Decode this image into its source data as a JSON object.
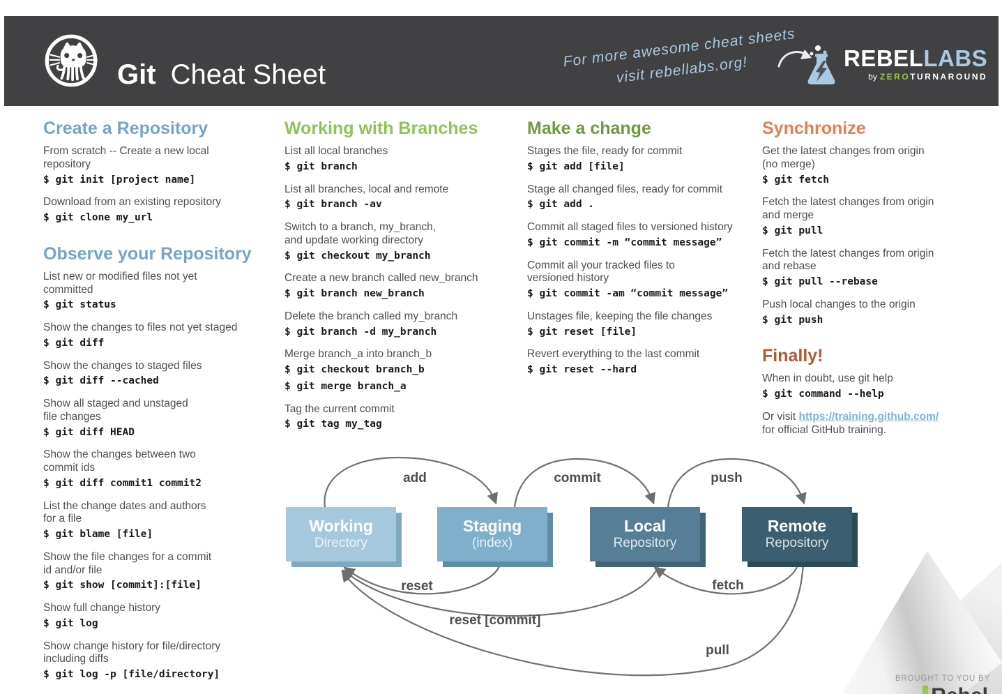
{
  "header": {
    "title_bold": "Git",
    "title_light": "Cheat Sheet",
    "note_line1": "For more awesome cheat sheets",
    "note_line2": "visit rebellabs.org!",
    "brand": {
      "rebel": "REBEL",
      "labs": "LABS",
      "by": "by",
      "zero": "ZERO",
      "turnaround": "TURNAROUND"
    }
  },
  "colors": {
    "header_bar": "#414042",
    "heading_blue": "#77a4c6",
    "heading_green_light": "#8fc355",
    "heading_green_dark": "#6f9a3f",
    "heading_orange": "#e97c50",
    "heading_rust": "#b15a36",
    "link_blue": "#7fb2d8",
    "accent_light_blue": "#a9c9e3",
    "accent_green": "#97c93d",
    "arrow_gray": "#6e6e6e"
  },
  "columns": [
    {
      "sections": [
        {
          "title": "Create a Repository",
          "color": "#77a4c6",
          "entries": [
            {
              "desc": "From scratch -- Create a new local\nrepository",
              "code": [
                "$ git init [project name]"
              ]
            },
            {
              "desc": "Download from an existing repository",
              "code": [
                "$ git clone my_url"
              ]
            }
          ]
        },
        {
          "title": "Observe your Repository",
          "color": "#77a4c6",
          "entries": [
            {
              "desc": "List new or modified files not yet\ncommitted",
              "code": [
                "$ git status"
              ]
            },
            {
              "desc": "Show the changes to files not yet staged",
              "code": [
                "$ git diff"
              ]
            },
            {
              "desc": "Show the changes to staged files",
              "code": [
                "$ git diff --cached"
              ]
            },
            {
              "desc": "Show all staged and unstaged\nfile changes",
              "code": [
                "$ git diff HEAD"
              ]
            },
            {
              "desc": "Show the changes between two\ncommit ids",
              "code": [
                "$ git diff commit1 commit2"
              ]
            },
            {
              "desc": "List the change dates and authors\nfor a file",
              "code": [
                "$ git blame [file]"
              ]
            },
            {
              "desc": "Show the file changes for a commit\nid and/or file",
              "code": [
                "$ git show [commit]:[file]"
              ]
            },
            {
              "desc": "Show full change history",
              "code": [
                "$ git log"
              ]
            },
            {
              "desc": "Show change history for file/directory\nincluding diffs",
              "code": [
                "$ git log -p [file/directory]"
              ]
            }
          ]
        }
      ]
    },
    {
      "sections": [
        {
          "title": "Working with Branches",
          "color": "#8fc355",
          "entries": [
            {
              "desc": "List all local branches",
              "code": [
                "$ git branch"
              ]
            },
            {
              "desc": "List all branches, local and remote",
              "code": [
                "$ git branch -av"
              ]
            },
            {
              "desc": "Switch to a branch, my_branch,\nand update working directory",
              "code": [
                "$ git checkout my_branch"
              ]
            },
            {
              "desc": "Create a new branch called new_branch",
              "code": [
                "$ git branch new_branch"
              ]
            },
            {
              "desc": "Delete the branch called my_branch",
              "code": [
                "$ git branch -d my_branch"
              ]
            },
            {
              "desc": "Merge branch_a into branch_b",
              "code": [
                "$ git checkout branch_b",
                "$ git merge branch_a"
              ]
            },
            {
              "desc": "Tag the current commit",
              "code": [
                "$ git tag my_tag"
              ]
            }
          ]
        }
      ]
    },
    {
      "sections": [
        {
          "title": "Make a change",
          "color": "#6f9a3f",
          "entries": [
            {
              "desc": "Stages the file, ready for commit",
              "code": [
                "$ git add [file]"
              ]
            },
            {
              "desc": "Stage all changed files, ready for commit",
              "code": [
                "$ git add ."
              ]
            },
            {
              "desc": "Commit all staged files to versioned history",
              "code": [
                "$ git commit -m “commit message”"
              ]
            },
            {
              "desc": "Commit all your tracked files to\nversioned history",
              "code": [
                "$ git commit -am “commit message”"
              ]
            },
            {
              "desc": "Unstages file, keeping the file changes",
              "code": [
                "$ git reset [file]"
              ]
            },
            {
              "desc": "Revert everything to the last commit",
              "code": [
                "$ git reset --hard"
              ]
            }
          ]
        }
      ]
    },
    {
      "sections": [
        {
          "title": "Synchronize",
          "color": "#e97c50",
          "entries": [
            {
              "desc": "Get the latest changes from origin\n(no merge)",
              "code": [
                "$ git fetch"
              ]
            },
            {
              "desc": "Fetch the latest changes from origin\nand merge",
              "code": [
                "$ git pull"
              ]
            },
            {
              "desc": "Fetch the latest changes from origin\nand rebase",
              "code": [
                "$ git pull --rebase"
              ]
            },
            {
              "desc": "Push local changes to the origin",
              "code": [
                "$ git push"
              ]
            }
          ]
        },
        {
          "title": "Finally!",
          "color": "#b15a36",
          "entries": [
            {
              "desc": "When in doubt, use git help",
              "code": [
                "$ git command --help"
              ]
            },
            {
              "link_before": "Or visit ",
              "link": "https://training.github.com/",
              "link_after": "\nfor official GitHub training."
            }
          ]
        }
      ]
    }
  ],
  "diagram": {
    "boxes": [
      {
        "title": "Working",
        "sub": "Directory",
        "color": "#a5c8dd",
        "shadow": "#7fa9c0"
      },
      {
        "title": "Staging",
        "sub": "(index)",
        "color": "#7fafca",
        "shadow": "#5f8da7"
      },
      {
        "title": "Local",
        "sub": "Repository",
        "color": "#567f97",
        "shadow": "#3f6377"
      },
      {
        "title": "Remote",
        "sub": "Repository",
        "color": "#3b5f70",
        "shadow": "#2a4a58"
      }
    ],
    "arrows": [
      {
        "label": "add"
      },
      {
        "label": "commit"
      },
      {
        "label": "push"
      },
      {
        "label": "reset"
      },
      {
        "label": "fetch"
      },
      {
        "label": "reset [commit]"
      },
      {
        "label": "pull"
      }
    ]
  },
  "footer": {
    "brought_by": "BROUGHT TO YOU BY",
    "partial_logo": "Rebel"
  }
}
